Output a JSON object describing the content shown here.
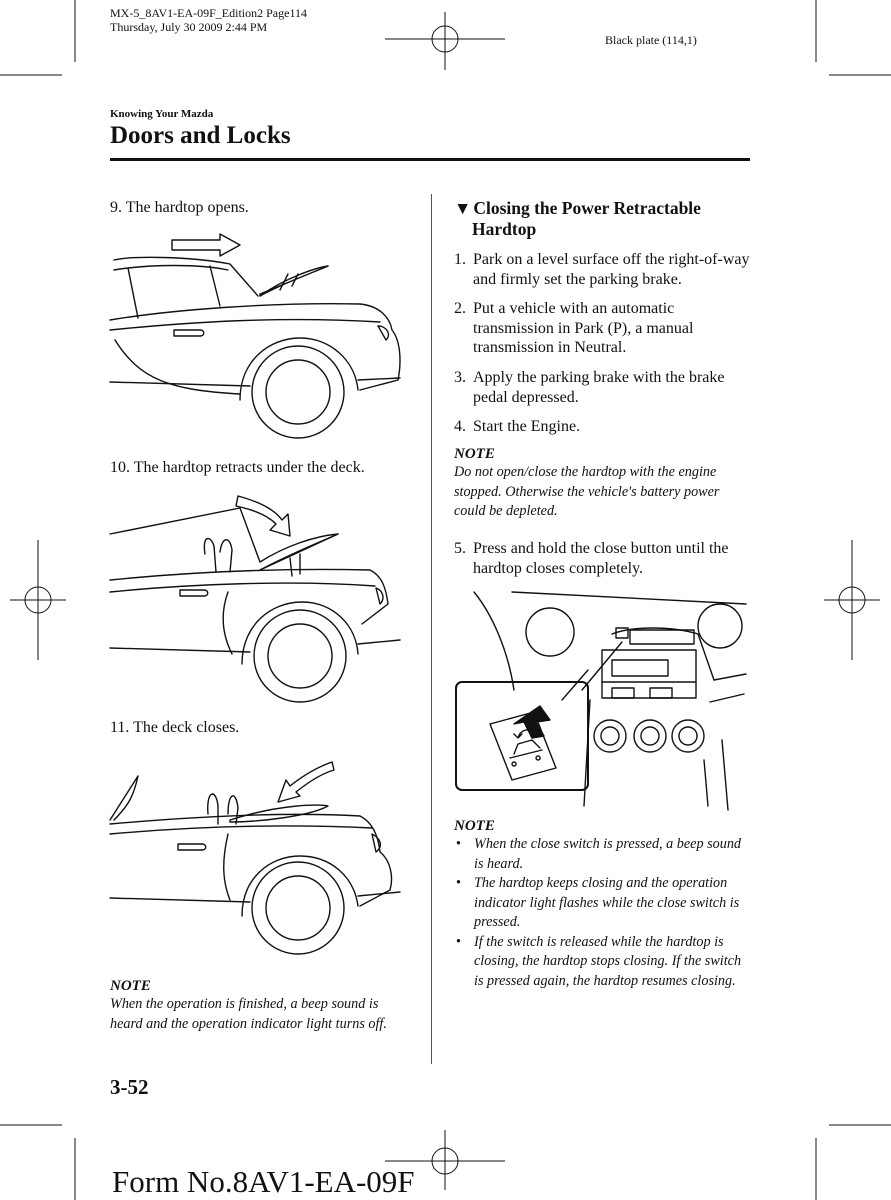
{
  "print_header": {
    "line1": "MX-5_8AV1-EA-09F_Edition2 Page114",
    "line2": "Thursday, July 30 2009 2:44 PM",
    "plate": "Black plate (114,1)"
  },
  "section": "Knowing Your Mazda",
  "title": "Doors and Locks",
  "left_steps": [
    {
      "text": "9.  The hardtop opens."
    },
    {
      "text": "10.  The hardtop retracts under the deck."
    },
    {
      "text": "11.  The deck closes."
    }
  ],
  "left_note": {
    "heading": "NOTE",
    "text": "When the operation is finished, a beep sound is heard and the operation indicator light turns off."
  },
  "right": {
    "heading_marker": "▼",
    "heading_line1": "Closing the Power Retractable",
    "heading_line2": "Hardtop",
    "steps": [
      {
        "num": "1.",
        "text": "Park on a level surface off the right-of-way and firmly set the parking brake."
      },
      {
        "num": "2.",
        "text": "Put a vehicle with an automatic transmission in Park (P), a manual transmission in Neutral."
      },
      {
        "num": "3.",
        "text": "Apply the parking brake with the brake pedal depressed."
      },
      {
        "num": "4.",
        "text": "Start the Engine."
      }
    ],
    "note1": {
      "heading": "NOTE",
      "text": "Do not open/close the hardtop with the engine stopped. Otherwise the vehicle's battery power could be depleted."
    },
    "step5": {
      "num": "5.",
      "text": "Press and hold the close button until the hardtop closes completely."
    },
    "note2": {
      "heading": "NOTE",
      "bullets": [
        "When the close switch is pressed, a beep sound is heard.",
        "The hardtop keeps closing and the operation indicator light flashes while the close switch is pressed.",
        "If the switch is released while the hardtop is closing, the hardtop stops closing. If the switch is pressed again, the hardtop resumes closing."
      ]
    }
  },
  "page_number": "3-52",
  "form_number": "Form No.8AV1-EA-09F",
  "illustrations": [
    {
      "name": "hardtop-opens-illustration",
      "icon": "car-hardtop-opening"
    },
    {
      "name": "hardtop-retracts-illustration",
      "icon": "car-hardtop-retracting"
    },
    {
      "name": "deck-closes-illustration",
      "icon": "car-deck-closing"
    },
    {
      "name": "close-switch-illustration",
      "icon": "dashboard-close-switch"
    }
  ]
}
